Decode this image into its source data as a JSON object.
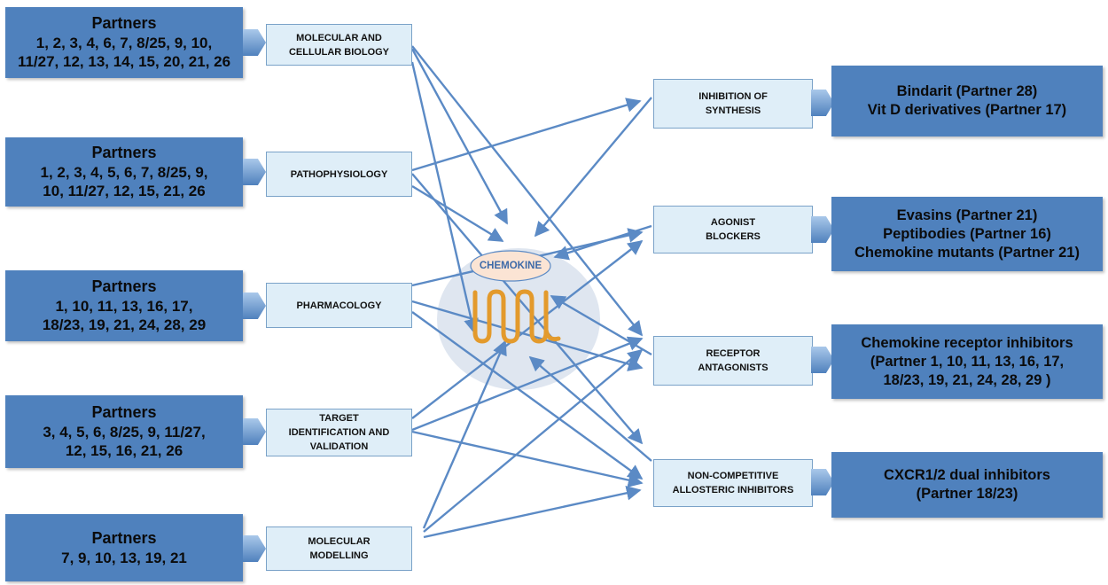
{
  "partners": [
    {
      "title": "Partners",
      "list": "1, 2, 3, 4, 6, 7, 8/25, 9, 10,\n11/27, 12, 13, 14, 15, 20, 21, 26"
    },
    {
      "title": "Partners",
      "list": "1, 2, 3, 4, 5, 6, 7, 8/25, 9,\n10, 11/27, 12, 15, 21, 26"
    },
    {
      "title": "Partners",
      "list": "1, 10, 11, 13, 16, 17,\n18/23, 19, 21, 24, 28, 29"
    },
    {
      "title": "Partners",
      "list": "3, 4, 5, 6, 8/25, 9, 11/27,\n12, 15, 16, 21, 26"
    },
    {
      "title": "Partners",
      "list": "7, 9, 10, 13, 19, 21"
    }
  ],
  "methods": [
    "MOLECULAR AND\nCELLULAR BIOLOGY",
    "PATHOPHYSIOLOGY",
    "PHARMACOLOGY",
    "TARGET\nIDENTIFICATION AND\nVALIDATION",
    "MOLECULAR\nMODELLING"
  ],
  "center": {
    "label": "CHEMOKINE"
  },
  "strategies": [
    "INHIBITION OF\nSYNTHESIS",
    "AGONIST\nBLOCKERS",
    "RECEPTOR\nANTAGONISTS",
    "NON-COMPETITIVE\nALLOSTERIC INHIBITORS"
  ],
  "inhibitors": [
    "Bindarit (Partner 28)\nVit D derivatives (Partner 17)",
    "Evasins (Partner 21)\nPeptibodies (Partner 16)\nChemokine mutants (Partner 21)",
    "Chemokine receptor inhibitors\n(Partner 1, 10, 11, 13, 16, 17,\n18/23, 19, 21, 24, 28, 29 )",
    "CXCR1/2 dual inhibitors\n(Partner 18/23)"
  ],
  "colors": {
    "box_blue": "#4f81bd",
    "light_box": "#dfeef8",
    "arrow": "#5b8ac5",
    "receptor": "#e39a2c",
    "chemokine_fill": "#fbe4d4",
    "ellipse": "#dfe6f0"
  }
}
